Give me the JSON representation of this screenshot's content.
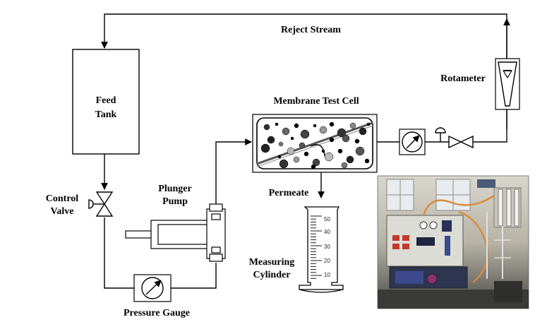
{
  "labels": {
    "reject_stream": "Reject Stream",
    "rotameter": "Rotameter",
    "feed_tank": [
      "Feed",
      "Tank"
    ],
    "membrane_test_cell": "Membrane Test Cell",
    "control_valve": [
      "Control",
      "Valve"
    ],
    "plunger_pump": [
      "Plunger",
      "Pump"
    ],
    "permeate": "Permeate",
    "measuring_cylinder": [
      "Measuring",
      "Cylinder"
    ],
    "pressure_gauge": "Pressure Gauge"
  },
  "cylinder_scale": [
    "50",
    "40",
    "30",
    "20",
    "10"
  ],
  "photo": {
    "description_icon": "lab-setup-photo-icon"
  }
}
